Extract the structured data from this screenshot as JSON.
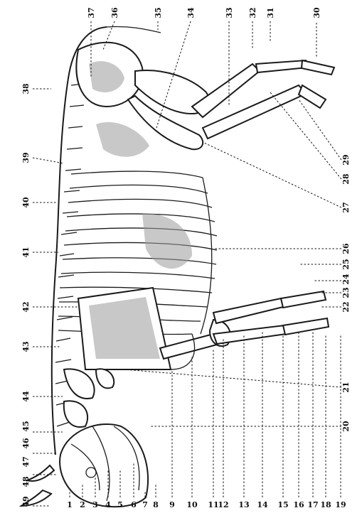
{
  "bottom_labels": [
    "1",
    "2",
    "3",
    "4",
    "5",
    "6",
    "7",
    "8",
    "9",
    "10",
    "11",
    "12",
    "13",
    "14",
    "15",
    "16",
    "17",
    "18",
    "19"
  ],
  "right_labels": [
    "20",
    "21",
    "22",
    "23",
    "24",
    "25",
    "26",
    "27",
    "28",
    "29"
  ],
  "top_labels": [
    "30",
    "31",
    "32",
    "33",
    "34",
    "35",
    "36",
    "37"
  ],
  "left_labels": [
    "38",
    "39",
    "40",
    "41",
    "42",
    "43",
    "44",
    "45",
    "46",
    "47",
    "48",
    "49"
  ]
}
